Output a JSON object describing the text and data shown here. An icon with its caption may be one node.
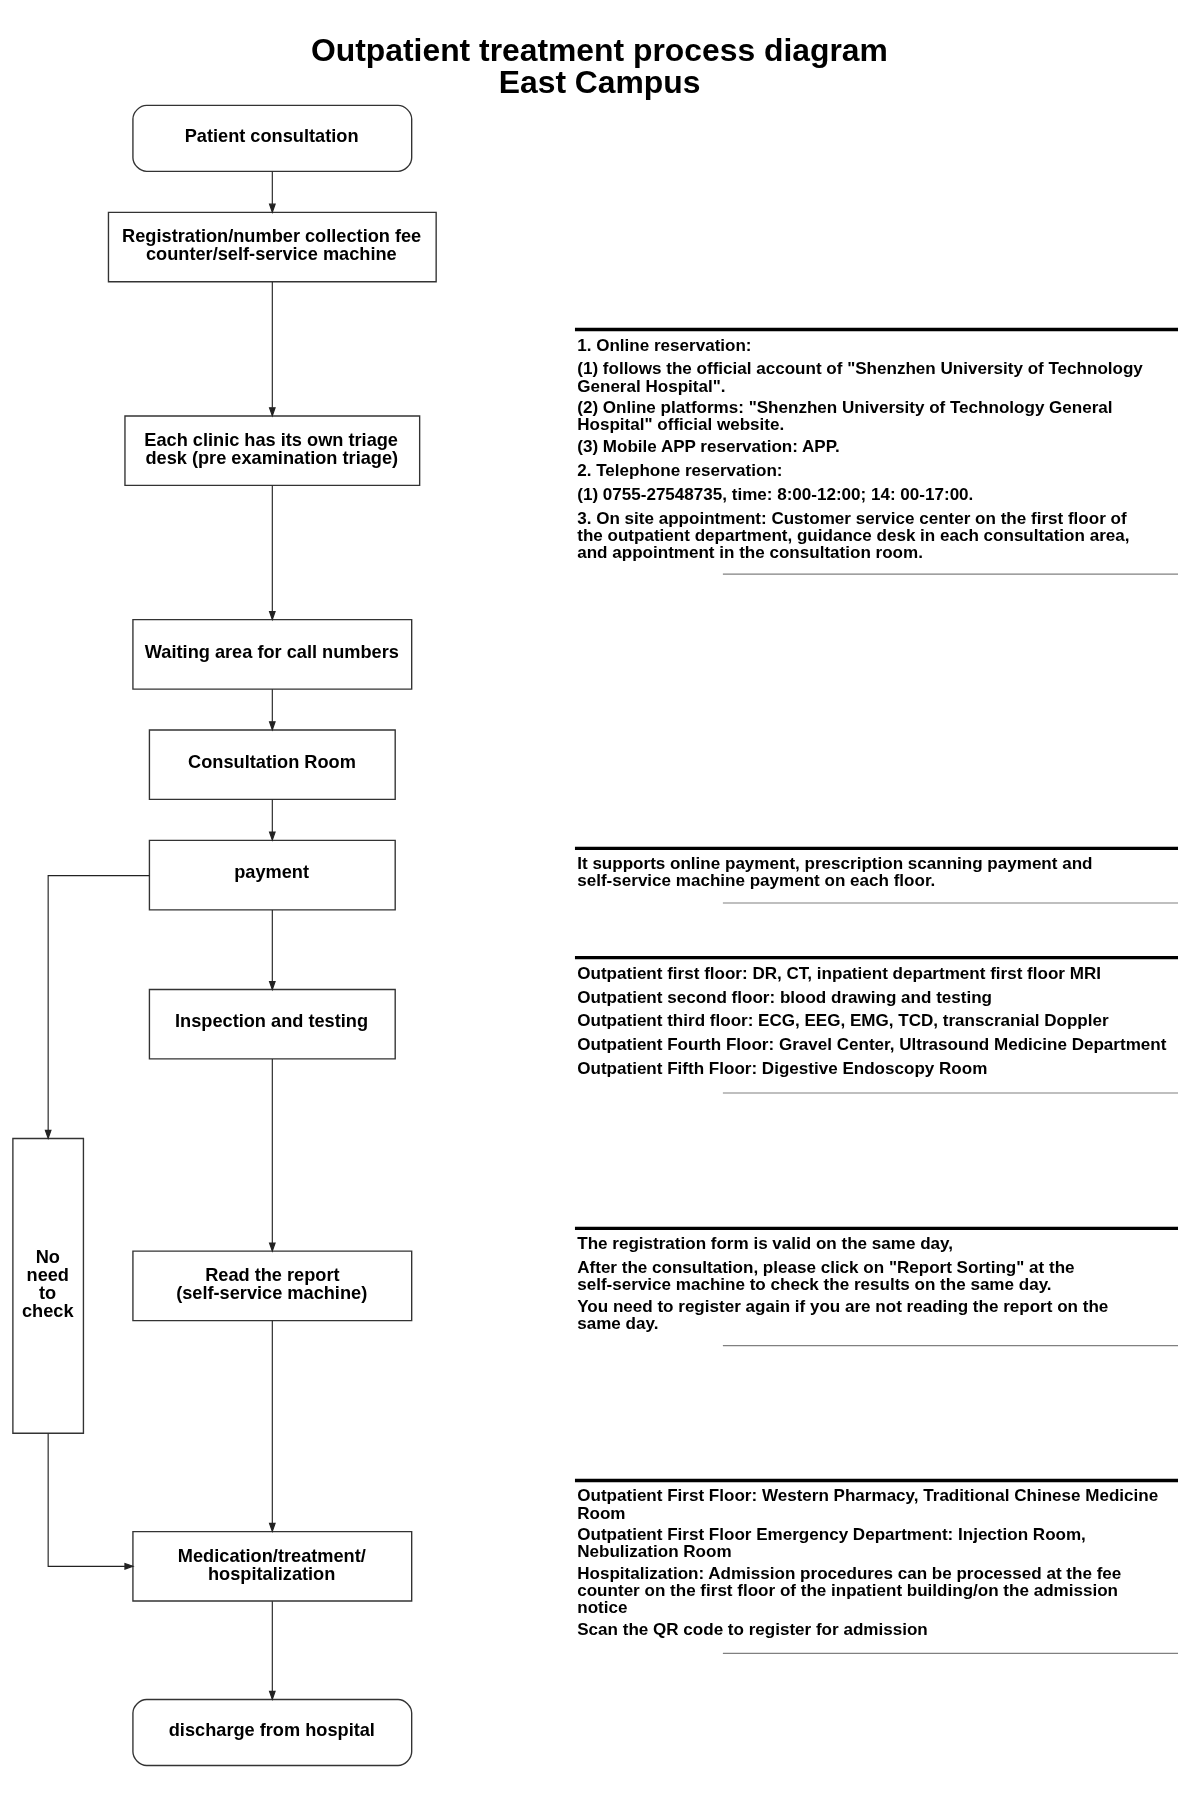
{
  "diagram": {
    "title": "Outpatient treatment process diagram East Campus",
    "nodes": [
      {
        "text": [
          "Patient consultation"
        ]
      },
      {
        "text": [
          "Registration/number collection fee counter/self-service machine"
        ]
      },
      {
        "text": [
          "Each clinic has its own triage desk (pre examination triage)"
        ]
      },
      {
        "text": [
          "Waiting area for call numbers"
        ]
      },
      {
        "text": [
          "Consultation Room"
        ]
      },
      {
        "text": [
          "payment"
        ]
      },
      {
        "text": [
          "No need to check"
        ]
      },
      {
        "text": [
          "Inspection and testing"
        ]
      },
      {
        "text": [
          "Read the report (self-service machine)"
        ]
      },
      {
        "text": [
          "Medication/treatment/ hospitalization"
        ]
      },
      {
        "text": [
          "discharge from hospital"
        ]
      }
    ],
    "edges": [
      {
        "from": 0,
        "to": 1,
        "arrow": "to"
      },
      {
        "from": 1,
        "to": 2,
        "arrow": "to"
      },
      {
        "from": 2,
        "to": 3,
        "arrow": "to"
      },
      {
        "from": 3,
        "to": 4,
        "arrow": "to"
      },
      {
        "from": 4,
        "to": 5,
        "arrow": "to"
      },
      {
        "from": 5,
        "to": 6,
        "arrow": "to"
      },
      {
        "from": 5,
        "to": 7,
        "arrow": "to"
      },
      {
        "from": 7,
        "to": 8,
        "arrow": "to"
      },
      {
        "from": 6,
        "to": 9,
        "arrow": "to"
      },
      {
        "from": 8,
        "to": 9,
        "arrow": "to"
      },
      {
        "from": 9,
        "to": 10,
        "arrow": "to"
      }
    ],
    "labels": [
      "1. Online reservation:",
      "(1) follows the official account of \"Shenzhen University of Technology General Hospital\".",
      "(2) Online platforms: \"Shenzhen University of Technology General Hospital\" official website.",
      "(3) Mobile APP reservation: APP.",
      "2. Telephone reservation:",
      "(1) 0755-27548735, time: 8:00-12:00; 14: 00-17:00.",
      "3. On site appointment: Customer service center on the first floor of the outpatient department, guidance desk in each consultation area, and appointment in the consultation room.",
      "It supports online payment, prescription scanning payment and self-service machine payment on each floor.",
      "Outpatient first floor: DR, CT, inpatient department first floor MRI",
      "Outpatient second floor: blood drawing and testing",
      "Outpatient third floor: ECG, EEG, EMG, TCD, transcranial Doppler",
      "Outpatient Fourth Floor: Gravel Center, Ultrasound Medicine Department",
      "Outpatient Fifth Floor: Digestive Endoscopy Room",
      "The registration form is valid on the same day,",
      "After the consultation, please click on \"Report Sorting\" at the self-service machine to check the results on the same day.",
      "You need to register again if you are not reading the report on the same day.",
      "Outpatient First Floor: Western Pharmacy, Traditional Chinese Medicine Room",
      "Outpatient First Floor Emergency Department: Injection Room, Nebulization Room",
      "Hospitalization: Admission procedures can be processed at the fee counter on the first floor of the inpatient building/on the admission notice",
      "Scan the QR code to register for admission"
    ]
  }
}
